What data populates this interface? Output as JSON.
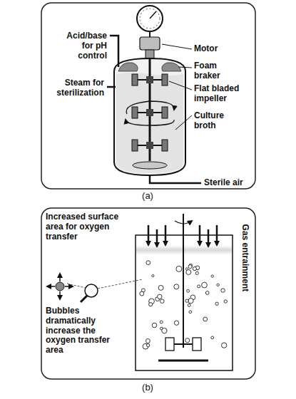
{
  "diagram": {
    "labels": [
      "Acid/base for pH control",
      "Steam for sterilization",
      "Motor",
      "Foam braker",
      "Flat bladed impeller",
      "Culture broth",
      "Sterile air",
      "(a)",
      "Increased surface area for oxygen transfer",
      "Gas entrainment",
      "Bubbles dramatically increase the oxygen transfer area",
      "(b)"
    ]
  }
}
